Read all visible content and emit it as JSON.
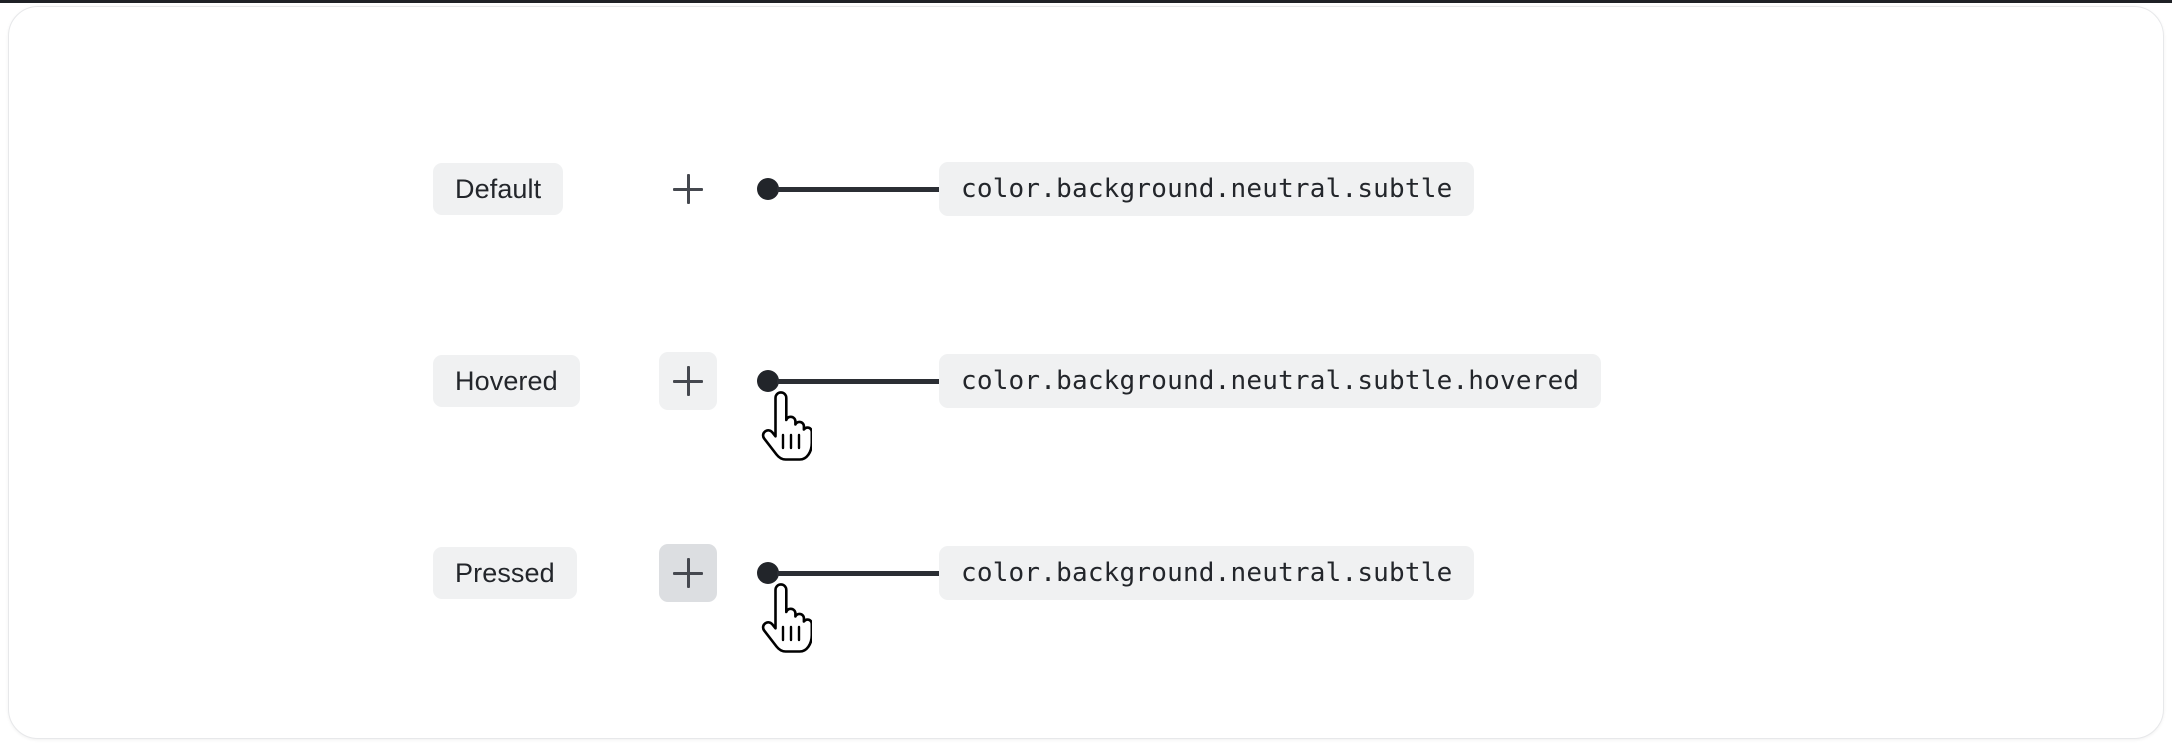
{
  "canvas": {
    "background": "#ffffff",
    "card_background": "#ffffff",
    "card_border_color": "#e7e8ea"
  },
  "colors": {
    "pill_background": "#f0f1f2",
    "pill_background_pressed": "#dcdee1",
    "text": "#23262b",
    "connector": "#22252a",
    "plus_glyph": "#45484f"
  },
  "rows": [
    {
      "state_label": "Default",
      "plus_icon": "plus-icon",
      "plus_button_state": "default",
      "token": "color.background.neutral.subtle",
      "cursor_visible": false
    },
    {
      "state_label": "Hovered",
      "plus_icon": "plus-icon",
      "plus_button_state": "hovered",
      "token": "color.background.neutral.subtle.hovered",
      "cursor_visible": true
    },
    {
      "state_label": "Pressed",
      "plus_icon": "plus-icon",
      "plus_button_state": "pressed",
      "token": "color.background.neutral.subtle",
      "cursor_visible": true
    }
  ]
}
